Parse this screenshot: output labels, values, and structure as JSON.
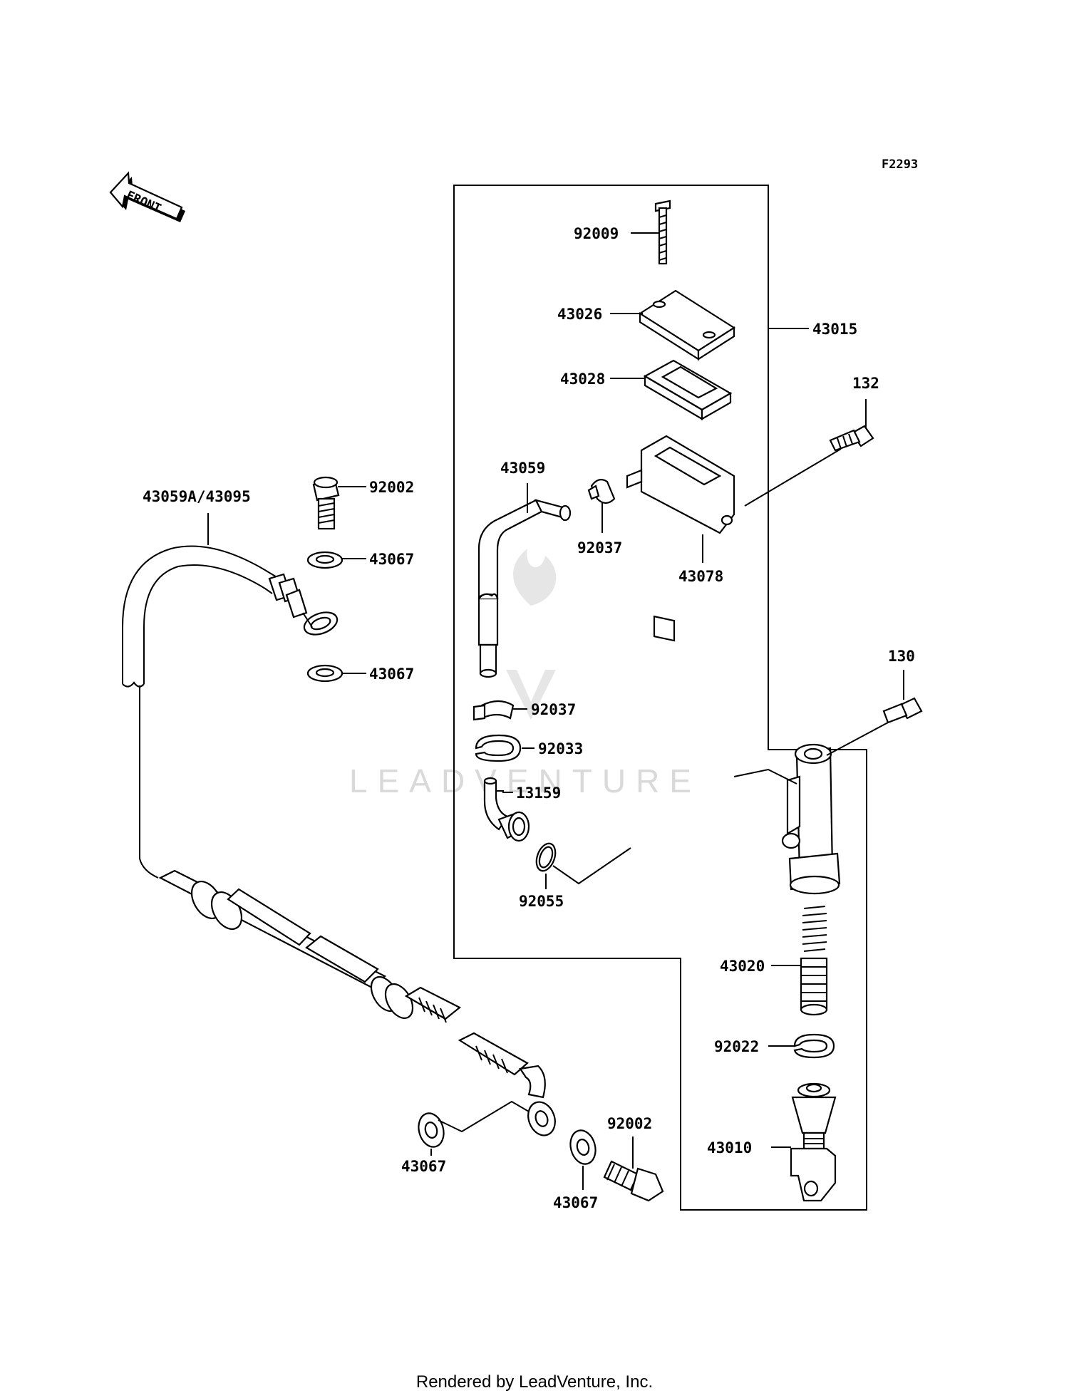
{
  "figure_id": "F2293",
  "front_indicator": "FRONT",
  "watermark": "LEADVENTURE",
  "footer": "Rendered by LeadVenture, Inc.",
  "callouts": {
    "p92009": "92009",
    "p43026": "43026",
    "p43015": "43015",
    "p43028": "43028",
    "p132": "132",
    "p43059": "43059",
    "p92037a": "92037",
    "p43078": "43078",
    "p43059A": "43059A/43095",
    "p92002a": "92002",
    "p43067a": "43067",
    "p43067b": "43067",
    "p130": "130",
    "p92037b": "92037",
    "p92033": "92033",
    "p13159": "13159",
    "p92055": "92055",
    "p43020": "43020",
    "p92022": "92022",
    "p43010": "43010",
    "p92002b": "92002",
    "p43067c": "43067",
    "p43067d": "43067"
  }
}
